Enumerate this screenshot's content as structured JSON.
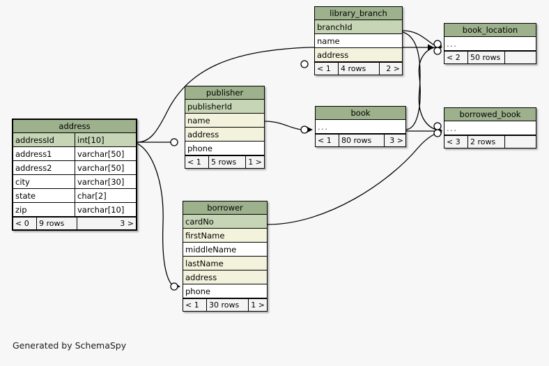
{
  "diagram": {
    "tool": "SchemaSpy",
    "caption": "Generated by SchemaSpy",
    "background_color": "#f7f7f7",
    "header_color": "#9db18d",
    "primary_key_color": "#c6d5b5",
    "indexed_color": "#f2f2dd",
    "plain_color": "#ffffff",
    "ellipsis": "..."
  },
  "tables": {
    "address": {
      "name": "address",
      "columns": [
        {
          "name": "addressId",
          "type": "int[10]",
          "kind": "pk"
        },
        {
          "name": "address1",
          "type": "varchar[50]",
          "kind": "plain"
        },
        {
          "name": "address2",
          "type": "varchar[50]",
          "kind": "plain"
        },
        {
          "name": "city",
          "type": "varchar[30]",
          "kind": "plain"
        },
        {
          "name": "state",
          "type": "char[2]",
          "kind": "plain"
        },
        {
          "name": "zip",
          "type": "varchar[10]",
          "kind": "plain"
        }
      ],
      "footer": {
        "left": "< 0",
        "middle": "9 rows",
        "right": "3 >"
      }
    },
    "publisher": {
      "name": "publisher",
      "columns": [
        {
          "name": "publisherId",
          "kind": "pk"
        },
        {
          "name": "name",
          "kind": "idx"
        },
        {
          "name": "address",
          "kind": "idx"
        },
        {
          "name": "phone",
          "kind": "plain"
        }
      ],
      "footer": {
        "left": "< 1",
        "middle": "5 rows",
        "right": "1 >"
      }
    },
    "borrower": {
      "name": "borrower",
      "columns": [
        {
          "name": "cardNo",
          "kind": "pk"
        },
        {
          "name": "firstName",
          "kind": "idx"
        },
        {
          "name": "middleName",
          "kind": "plain"
        },
        {
          "name": "lastName",
          "kind": "idx"
        },
        {
          "name": "address",
          "kind": "idx"
        },
        {
          "name": "phone",
          "kind": "plain"
        }
      ],
      "footer": {
        "left": "< 1",
        "middle": "30 rows",
        "right": "1 >"
      }
    },
    "library_branch": {
      "name": "library_branch",
      "columns": [
        {
          "name": "branchId",
          "kind": "pk"
        },
        {
          "name": "name",
          "kind": "plain"
        },
        {
          "name": "address",
          "kind": "idx"
        }
      ],
      "footer": {
        "left": "< 1",
        "middle": "4 rows",
        "right": "2 >"
      }
    },
    "book": {
      "name": "book",
      "collapsed": true,
      "footer": {
        "left": "< 1",
        "middle": "80 rows",
        "right": "3 >"
      }
    },
    "book_location": {
      "name": "book_location",
      "collapsed": true,
      "footer": {
        "left": "< 2",
        "middle": "50 rows",
        "right": ""
      }
    },
    "borrowed_book": {
      "name": "borrowed_book",
      "collapsed": true,
      "footer": {
        "left": "< 3",
        "middle": "2 rows",
        "right": ""
      }
    }
  },
  "relationships": [
    {
      "from": "address.addressId",
      "to": "library_branch.address"
    },
    {
      "from": "address.addressId",
      "to": "publisher.address"
    },
    {
      "from": "address.addressId",
      "to": "borrower.address"
    },
    {
      "from": "publisher.publisherId",
      "to": "book"
    },
    {
      "from": "library_branch.branchId",
      "to": "book_location"
    },
    {
      "from": "library_branch.branchId",
      "to": "borrowed_book"
    },
    {
      "from": "book",
      "to": "book_location"
    },
    {
      "from": "book",
      "to": "borrowed_book"
    },
    {
      "from": "borrower.cardNo",
      "to": "borrowed_book"
    }
  ]
}
